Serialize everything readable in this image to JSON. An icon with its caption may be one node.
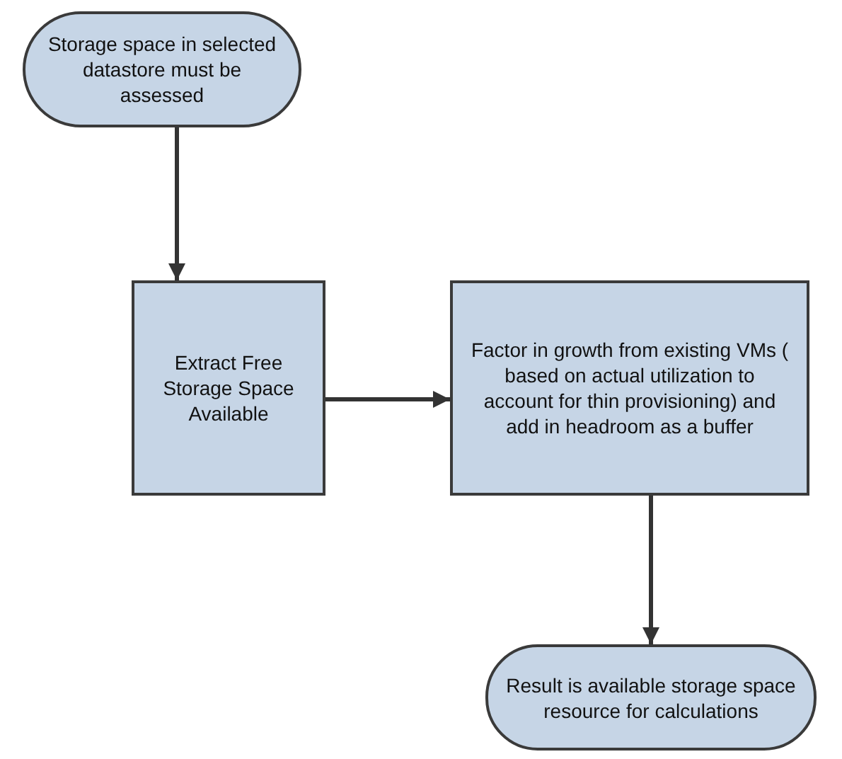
{
  "diagram": {
    "nodes": [
      {
        "text": [
          "Storage space in selected datastore must be assessed"
        ]
      },
      {
        "text": [
          "Extract Free Storage Space Available"
        ]
      },
      {
        "text": [
          "Factor in growth from existing VMs ( based on actual utilization to account for thin provisioning) and add in headroom as a buffer"
        ]
      },
      {
        "text": [
          "Result is available storage space resource for calculations"
        ]
      }
    ],
    "edges": [
      {
        "from": 0,
        "to": 1,
        "arrow": "to"
      },
      {
        "from": 1,
        "to": 2,
        "arrow": "to"
      },
      {
        "from": 2,
        "to": 3,
        "arrow": "to"
      }
    ]
  }
}
